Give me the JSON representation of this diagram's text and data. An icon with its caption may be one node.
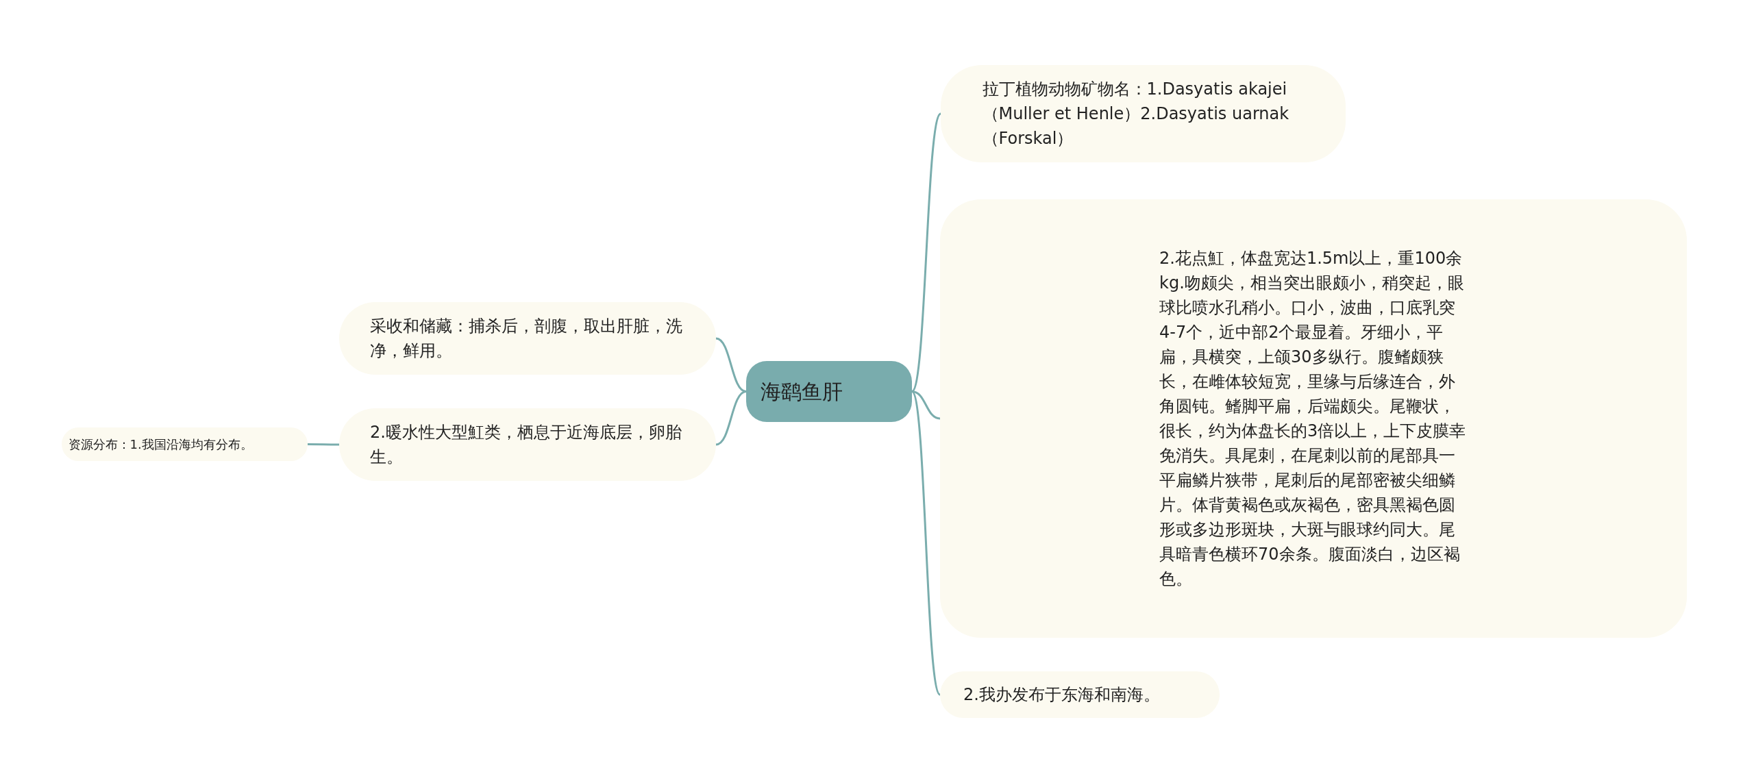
{
  "diagram": {
    "nodes": [
      {
        "text": [
          "海鹞鱼肝"
        ]
      },
      {
        "text": [
          "拉丁植物动物矿物名：1.Dasyatis akajei（Muller et Henle）2.Dasyatis uarnak（Forskal）"
        ]
      },
      {
        "text": [
          "2.花点魟，体盘宽达1.5m以上，重100余kg.吻颇尖，相当突出眼颇小，稍突起，眼球比喷水孔稍小。口小，波曲，口底乳突4-7个，近中部2个最显着。牙细小，平扁，具横突，上颌30多纵行。腹鳍颇狭长，在雌体较短宽，里缘与后缘连合，外角圆钝。鳍脚平扁，后端颇尖。尾鞭状，很长，约为体盘长的3倍以上，上下皮膜幸免消失。具尾刺，在尾刺以前的尾部具一平扁鳞片狭带，尾刺后的尾部密被尖细鳞片。体背黄褐色或灰褐色，密具黑褐色圆形或多边形斑块，大斑与眼球约同大。尾具暗青色横环70余条。腹面淡白，边区褐色。"
        ]
      },
      {
        "text": [
          "2.我办发布于东海和南海。"
        ]
      },
      {
        "text": [
          "采收和储藏：捕杀后，剖腹，取出肝脏，洗净，鲜用。"
        ]
      },
      {
        "text": [
          "2.暖水性大型魟类，栖息于近海底层，卵胎生。"
        ]
      },
      {
        "text": [
          "资源分布：1.我国沿海均有分布。"
        ]
      }
    ],
    "edges": [
      {
        "from": 0,
        "to": 1,
        "arrow": "none"
      },
      {
        "from": 0,
        "to": 2,
        "arrow": "none"
      },
      {
        "from": 0,
        "to": 3,
        "arrow": "none"
      },
      {
        "from": 0,
        "to": 4,
        "arrow": "none"
      },
      {
        "from": 0,
        "to": 5,
        "arrow": "none"
      },
      {
        "from": 5,
        "to": 6,
        "arrow": "none"
      }
    ]
  }
}
